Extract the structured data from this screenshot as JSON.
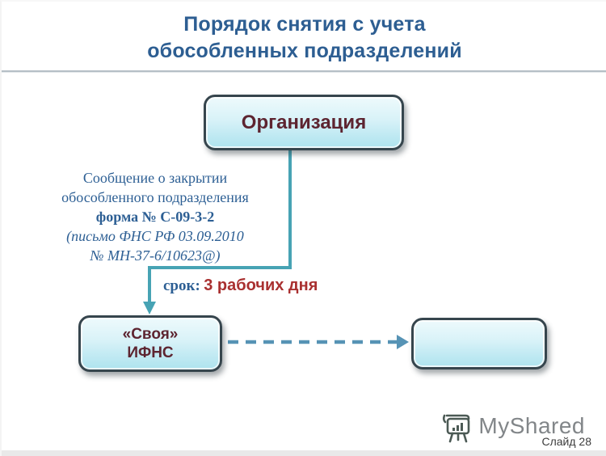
{
  "title": {
    "line1": "Порядок снятия с учета",
    "line2": "обособленных подразделений"
  },
  "diagram": {
    "organization_box": {
      "label": "Организация"
    },
    "closure_note": {
      "line1": "Сообщение о закрытии",
      "line2": "обособленного подразделения",
      "line3": "форма № С-09-3-2",
      "line4": "(письмо ФНС РФ 03.09.2010",
      "line5": "№ МН-37-6/10623@)"
    },
    "term_label": {
      "prefix": "срок:",
      "value": "3 рабочих дня"
    },
    "own_ifns_box": {
      "line1": "«Своя»",
      "line2": "ИФНС"
    }
  },
  "footer": {
    "logo_text": "MyShared",
    "slide_label": "Слайд 28"
  },
  "colors": {
    "title-blue": "#2d5e92",
    "note-blue": "#2d5f94",
    "term-red": "#a93030",
    "box-text-maroon": "#5d2430",
    "box-border": "#36454d",
    "box-fill-top": "#eefafc",
    "box-fill-bottom": "#aee3ee",
    "elbow-teal": "#47a3b4",
    "dash-blue": "#5693b5",
    "divider-gray": "#b5bfc6",
    "logo-gray": "#4c5a55",
    "slide-label-dark": "#3c3c3c"
  }
}
